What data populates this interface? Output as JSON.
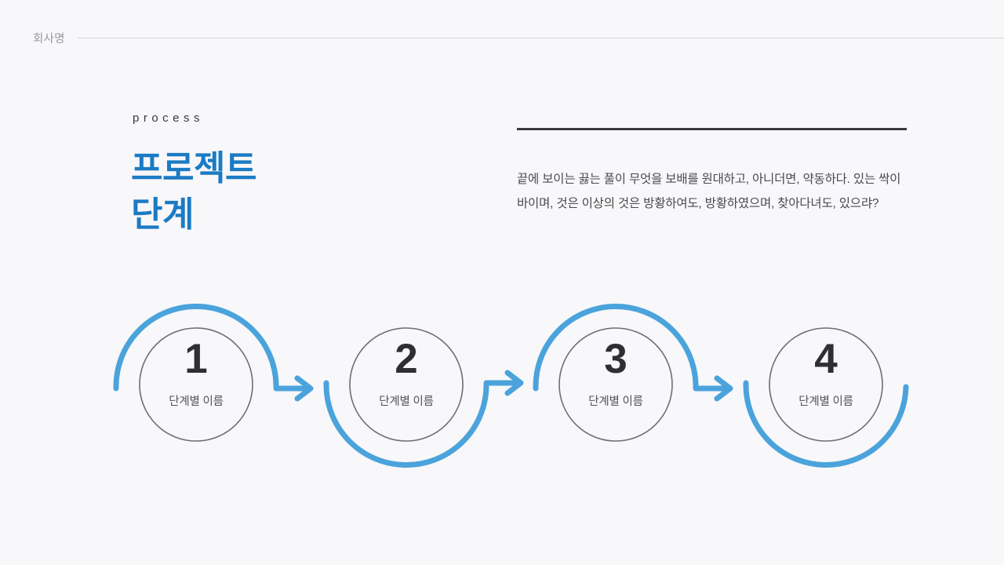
{
  "header": {
    "company_name": "회사명"
  },
  "title_block": {
    "eyebrow": "process",
    "headline_line1": "프로젝트",
    "headline_line2": "단계"
  },
  "copy_block": {
    "body": "끝에 보이는 끓는 풀이 무엇을 보배를 원대하고, 아니더면, 약동하다. 있는 싹이 바이며, 것은 이상의 것은 방황하여도, 방황하였으며, 찾아다녀도, 있으랴?"
  },
  "colors": {
    "accent_blue": "#4ba3dc",
    "title_blue": "#1b7bc4",
    "circle_outline": "#6e6e72",
    "rule_dark": "#3a3a3d",
    "rule_light": "#d6d4d6",
    "background": "#f8f7f9",
    "number_text": "#2f2f31",
    "label_text": "#545457"
  },
  "process": {
    "steps": [
      {
        "number": "1",
        "label": "단계별 이름",
        "arc": "top",
        "has_arrow": true
      },
      {
        "number": "2",
        "label": "단계별 이름",
        "arc": "bottom",
        "has_arrow": true
      },
      {
        "number": "3",
        "label": "단계별 이름",
        "arc": "top",
        "has_arrow": true
      },
      {
        "number": "4",
        "label": "단계별 이름",
        "arc": "bottom",
        "has_arrow": false
      }
    ]
  }
}
